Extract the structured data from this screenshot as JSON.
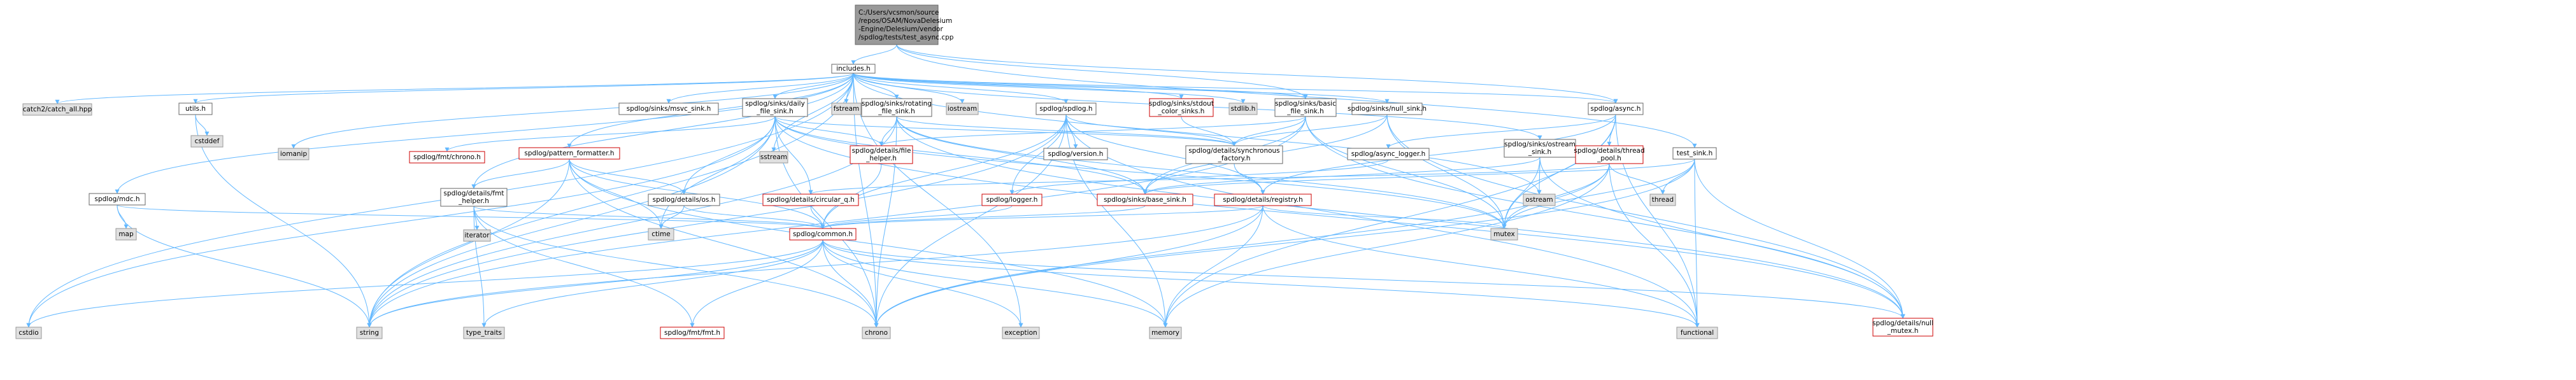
{
  "colors": {
    "root_fill": "#999999",
    "file_fill": "#ffffff",
    "file_stroke": "#666666",
    "missing_stroke": "#cc0000",
    "missing_text": "#cc0000",
    "system_fill": "#e0e0e0",
    "system_stroke": "#999999",
    "edge": "#63b8ff"
  },
  "graph": {
    "nodes": [
      {
        "id": "root",
        "lines": [
          "C:/Users/vcsmon/source",
          "/repos/OSAM/NovaDelesium",
          "-Engine/Delesium/vendor",
          "/spdlog/tests/test_async.cpp"
        ],
        "kind": "root"
      },
      {
        "id": "includes",
        "lines": [
          "includes.h"
        ],
        "kind": "file"
      },
      {
        "id": "catch",
        "lines": [
          "catch2/catch_all.hpp"
        ],
        "kind": "system"
      },
      {
        "id": "utils",
        "lines": [
          "utils.h"
        ],
        "kind": "file"
      },
      {
        "id": "cstddef",
        "lines": [
          "cstddef"
        ],
        "kind": "system"
      },
      {
        "id": "mdc",
        "lines": [
          "spdlog/mdc.h"
        ],
        "kind": "file"
      },
      {
        "id": "map",
        "lines": [
          "map"
        ],
        "kind": "system"
      },
      {
        "id": "cstdio",
        "lines": [
          "cstdio"
        ],
        "kind": "system"
      },
      {
        "id": "string",
        "lines": [
          "string"
        ],
        "kind": "system"
      },
      {
        "id": "msvc",
        "lines": [
          "spdlog/sinks/msvc_sink.h"
        ],
        "kind": "file"
      },
      {
        "id": "daily",
        "lines": [
          "spdlog/sinks/daily",
          "_file_sink.h"
        ],
        "kind": "file"
      },
      {
        "id": "iomanip",
        "lines": [
          "iomanip"
        ],
        "kind": "system"
      },
      {
        "id": "fmtchrono",
        "lines": [
          "spdlog/fmt/chrono.h"
        ],
        "kind": "missing"
      },
      {
        "id": "patternf",
        "lines": [
          "spdlog/pattern_formatter.h"
        ],
        "kind": "missing"
      },
      {
        "id": "fmthelper",
        "lines": [
          "spdlog/details/fmt",
          "_helper.h"
        ],
        "kind": "file"
      },
      {
        "id": "iterator",
        "lines": [
          "iterator"
        ],
        "kind": "system"
      },
      {
        "id": "type_traits",
        "lines": [
          "type_traits"
        ],
        "kind": "system"
      },
      {
        "id": "sstream",
        "lines": [
          "sstream"
        ],
        "kind": "system"
      },
      {
        "id": "fstream",
        "lines": [
          "fstream"
        ],
        "kind": "system"
      },
      {
        "id": "rotating",
        "lines": [
          "spdlog/sinks/rotating",
          "_file_sink.h"
        ],
        "kind": "file"
      },
      {
        "id": "filehelper",
        "lines": [
          "spdlog/details/file",
          "_helper.h"
        ],
        "kind": "missing"
      },
      {
        "id": "circularq",
        "lines": [
          "spdlog/details/circular_q.h"
        ],
        "kind": "missing"
      },
      {
        "id": "osh",
        "lines": [
          "spdlog/details/os.h"
        ],
        "kind": "file"
      },
      {
        "id": "ctime",
        "lines": [
          "ctime"
        ],
        "kind": "system"
      },
      {
        "id": "iostream",
        "lines": [
          "iostream"
        ],
        "kind": "system"
      },
      {
        "id": "spdlogh",
        "lines": [
          "spdlog/spdlog.h"
        ],
        "kind": "file"
      },
      {
        "id": "version",
        "lines": [
          "spdlog/version.h"
        ],
        "kind": "file"
      },
      {
        "id": "loggerh",
        "lines": [
          "spdlog/logger.h"
        ],
        "kind": "missing"
      },
      {
        "id": "stdoutcolor",
        "lines": [
          "spdlog/sinks/stdout",
          "_color_sinks.h"
        ],
        "kind": "missing"
      },
      {
        "id": "stdlib",
        "lines": [
          "stdlib.h"
        ],
        "kind": "system"
      },
      {
        "id": "basicsink",
        "lines": [
          "spdlog/sinks/basic",
          "_file_sink.h"
        ],
        "kind": "file"
      },
      {
        "id": "syncfactory",
        "lines": [
          "spdlog/details/synchronous",
          "_factory.h"
        ],
        "kind": "file"
      },
      {
        "id": "registry",
        "lines": [
          "spdlog/details/registry.h"
        ],
        "kind": "missing"
      },
      {
        "id": "basesink",
        "lines": [
          "spdlog/sinks/base_sink.h"
        ],
        "kind": "missing"
      },
      {
        "id": "nullsink",
        "lines": [
          "spdlog/sinks/null_sink.h"
        ],
        "kind": "file"
      },
      {
        "id": "ostreamsink",
        "lines": [
          "spdlog/sinks/ostream",
          "_sink.h"
        ],
        "kind": "file"
      },
      {
        "id": "ostream",
        "lines": [
          "ostream"
        ],
        "kind": "system"
      },
      {
        "id": "asynch",
        "lines": [
          "spdlog/async.h"
        ],
        "kind": "file"
      },
      {
        "id": "asynclogger",
        "lines": [
          "spdlog/async_logger.h"
        ],
        "kind": "file"
      },
      {
        "id": "threadpool",
        "lines": [
          "spdlog/details/thread",
          "_pool.h"
        ],
        "kind": "missing"
      },
      {
        "id": "thread",
        "lines": [
          "thread"
        ],
        "kind": "system"
      },
      {
        "id": "testsink",
        "lines": [
          "test_sink.h"
        ],
        "kind": "file"
      },
      {
        "id": "mutex",
        "lines": [
          "mutex"
        ],
        "kind": "system"
      },
      {
        "id": "commonh",
        "lines": [
          "spdlog/common.h"
        ],
        "kind": "missing"
      },
      {
        "id": "fmth",
        "lines": [
          "spdlog/fmt/fmt.h"
        ],
        "kind": "missing"
      },
      {
        "id": "chrono",
        "lines": [
          "chrono"
        ],
        "kind": "system"
      },
      {
        "id": "exception",
        "lines": [
          "exception"
        ],
        "kind": "system"
      },
      {
        "id": "memory",
        "lines": [
          "memory"
        ],
        "kind": "system"
      },
      {
        "id": "functional",
        "lines": [
          "functional"
        ],
        "kind": "system"
      },
      {
        "id": "nullmutex",
        "lines": [
          "spdlog/details/null",
          "_mutex.h"
        ],
        "kind": "missing"
      }
    ],
    "edges": [
      [
        "root",
        "includes"
      ],
      [
        "root",
        "basicsink"
      ],
      [
        "root",
        "asynch"
      ],
      [
        "root",
        "testsink"
      ],
      [
        "includes",
        "catch"
      ],
      [
        "includes",
        "utils"
      ],
      [
        "includes",
        "mdc"
      ],
      [
        "includes",
        "cstdio"
      ],
      [
        "includes",
        "string"
      ],
      [
        "includes",
        "msvc"
      ],
      [
        "includes",
        "daily"
      ],
      [
        "includes",
        "iomanip"
      ],
      [
        "includes",
        "patternf"
      ],
      [
        "includes",
        "fmthelper"
      ],
      [
        "includes",
        "sstream"
      ],
      [
        "includes",
        "fstream"
      ],
      [
        "includes",
        "rotating"
      ],
      [
        "includes",
        "iostream"
      ],
      [
        "includes",
        "spdlogh"
      ],
      [
        "includes",
        "stdoutcolor"
      ],
      [
        "includes",
        "stdlib"
      ],
      [
        "includes",
        "basicsink"
      ],
      [
        "includes",
        "nullsink"
      ],
      [
        "includes",
        "ostreamsink"
      ],
      [
        "includes",
        "asynch"
      ],
      [
        "includes",
        "chrono"
      ],
      [
        "includes",
        "exception"
      ],
      [
        "includes",
        "ostream"
      ],
      [
        "utils",
        "cstddef"
      ],
      [
        "utils",
        "string"
      ],
      [
        "mdc",
        "map"
      ],
      [
        "mdc",
        "string"
      ],
      [
        "mdc",
        "commonh"
      ],
      [
        "daily",
        "fmtchrono"
      ],
      [
        "daily",
        "filehelper"
      ],
      [
        "daily",
        "circularq"
      ],
      [
        "daily",
        "osh"
      ],
      [
        "daily",
        "syncfactory"
      ],
      [
        "daily",
        "basesink"
      ],
      [
        "daily",
        "nullmutex"
      ],
      [
        "daily",
        "chrono"
      ],
      [
        "daily",
        "cstdio"
      ],
      [
        "daily",
        "ctime"
      ],
      [
        "daily",
        "mutex"
      ],
      [
        "daily",
        "string"
      ],
      [
        "patternf",
        "commonh"
      ],
      [
        "patternf",
        "fmthelper"
      ],
      [
        "patternf",
        "osh"
      ],
      [
        "patternf",
        "chrono"
      ],
      [
        "patternf",
        "ctime"
      ],
      [
        "patternf",
        "memory"
      ],
      [
        "patternf",
        "string"
      ],
      [
        "fmthelper",
        "iterator"
      ],
      [
        "fmthelper",
        "type_traits"
      ],
      [
        "fmthelper",
        "fmth"
      ],
      [
        "fmthelper",
        "commonh"
      ],
      [
        "fmthelper",
        "chrono"
      ],
      [
        "rotating",
        "filehelper"
      ],
      [
        "rotating",
        "basesink"
      ],
      [
        "rotating",
        "nullmutex"
      ],
      [
        "rotating",
        "syncfactory"
      ],
      [
        "rotating",
        "chrono"
      ],
      [
        "rotating",
        "mutex"
      ],
      [
        "rotating",
        "string"
      ],
      [
        "filehelper",
        "commonh"
      ],
      [
        "circularq",
        "commonh"
      ],
      [
        "osh",
        "commonh"
      ],
      [
        "osh",
        "ctime"
      ],
      [
        "spdlogh",
        "commonh"
      ],
      [
        "spdlogh",
        "registry"
      ],
      [
        "spdlogh",
        "loggerh"
      ],
      [
        "spdlogh",
        "version"
      ],
      [
        "spdlogh",
        "syncfactory"
      ],
      [
        "spdlogh",
        "chrono"
      ],
      [
        "spdlogh",
        "functional"
      ],
      [
        "spdlogh",
        "memory"
      ],
      [
        "spdlogh",
        "string"
      ],
      [
        "loggerh",
        "commonh"
      ],
      [
        "stdoutcolor",
        "syncfactory"
      ],
      [
        "basicsink",
        "filehelper"
      ],
      [
        "basicsink",
        "nullmutex"
      ],
      [
        "basicsink",
        "basesink"
      ],
      [
        "basicsink",
        "syncfactory"
      ],
      [
        "basicsink",
        "mutex"
      ],
      [
        "basicsink",
        "string"
      ],
      [
        "syncfactory",
        "registry"
      ],
      [
        "registry",
        "commonh"
      ],
      [
        "registry",
        "chrono"
      ],
      [
        "registry",
        "functional"
      ],
      [
        "registry",
        "memory"
      ],
      [
        "registry",
        "string"
      ],
      [
        "registry",
        "mutex"
      ],
      [
        "basesink",
        "commonh"
      ],
      [
        "nullsink",
        "nullmutex"
      ],
      [
        "nullsink",
        "basesink"
      ],
      [
        "nullsink",
        "syncfactory"
      ],
      [
        "nullsink",
        "mutex"
      ],
      [
        "ostreamsink",
        "nullmutex"
      ],
      [
        "ostreamsink",
        "basesink"
      ],
      [
        "ostreamsink",
        "ostream"
      ],
      [
        "ostreamsink",
        "mutex"
      ],
      [
        "asynch",
        "asynclogger"
      ],
      [
        "asynch",
        "registry"
      ],
      [
        "asynch",
        "threadpool"
      ],
      [
        "asynch",
        "functional"
      ],
      [
        "asynch",
        "memory"
      ],
      [
        "asynch",
        "mutex"
      ],
      [
        "asynclogger",
        "loggerh"
      ],
      [
        "threadpool",
        "circularq"
      ],
      [
        "threadpool",
        "chrono"
      ],
      [
        "threadpool",
        "functional"
      ],
      [
        "threadpool",
        "memory"
      ],
      [
        "threadpool",
        "thread"
      ],
      [
        "threadpool",
        "mutex"
      ],
      [
        "testsink",
        "nullmutex"
      ],
      [
        "testsink",
        "basesink"
      ],
      [
        "testsink",
        "chrono"
      ],
      [
        "testsink",
        "functional"
      ],
      [
        "testsink",
        "mutex"
      ],
      [
        "testsink",
        "thread"
      ],
      [
        "commonh",
        "nullmutex"
      ],
      [
        "commonh",
        "fmth"
      ],
      [
        "commonh",
        "chrono"
      ],
      [
        "commonh",
        "cstdio"
      ],
      [
        "commonh",
        "exception"
      ],
      [
        "commonh",
        "functional"
      ],
      [
        "commonh",
        "memory"
      ],
      [
        "commonh",
        "string"
      ],
      [
        "commonh",
        "type_traits"
      ]
    ]
  }
}
